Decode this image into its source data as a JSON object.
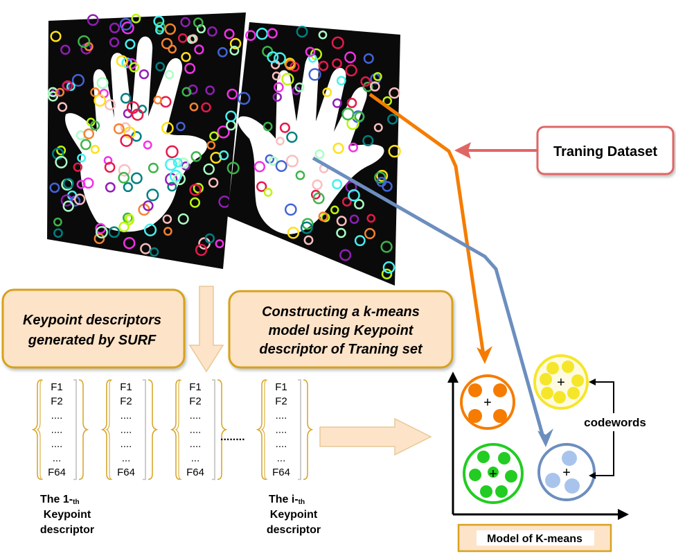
{
  "training_label": "Traning Dataset",
  "surf_box": {
    "line1": "Keypoint descriptors",
    "line2": "generated by SURF"
  },
  "kmeans_box": {
    "line1": "Constructing a k-means",
    "line2": "model  using Keypoint",
    "line3": "descriptor of Traning set"
  },
  "descriptor_rows": [
    "F1",
    "F2",
    "....",
    "....",
    "....",
    "...",
    "F64"
  ],
  "dots": "........",
  "first_caption": {
    "line1a": "The ",
    "line1b": "1-",
    "sub": "th",
    "line2": "Keypoint",
    "line3": "descriptor"
  },
  "ith_caption": {
    "line1a": "The  ",
    "line1b": "i-",
    "sub": "th",
    "line2": "Keypoint",
    "line3": "descriptor"
  },
  "codewords_label": "codewords",
  "centroid_symbol": "+",
  "model_label": "Model of K-means",
  "colors": {
    "orange": "#f57c00",
    "blue": "#6c8ebf",
    "red": "#e06666",
    "gold": "#d6a21e",
    "peach": "#fde3c8",
    "green": "#22cc22",
    "yellow": "#f5e62a"
  }
}
